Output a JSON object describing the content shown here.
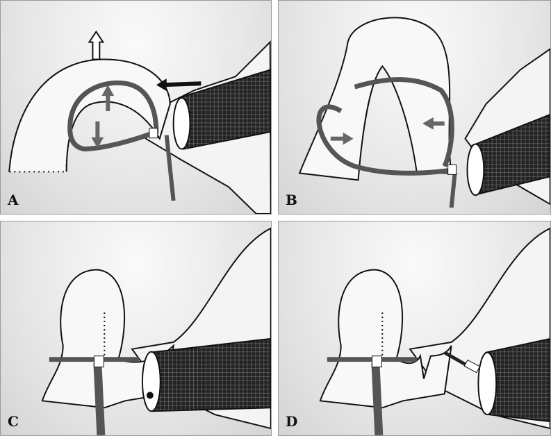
{
  "panels": [
    {
      "label": "A"
    },
    {
      "label": "B"
    },
    {
      "label": "C"
    },
    {
      "label": "D"
    }
  ],
  "colors": {
    "ink": "#111111",
    "loop": "#555555",
    "arrow_gray": "#666666"
  }
}
